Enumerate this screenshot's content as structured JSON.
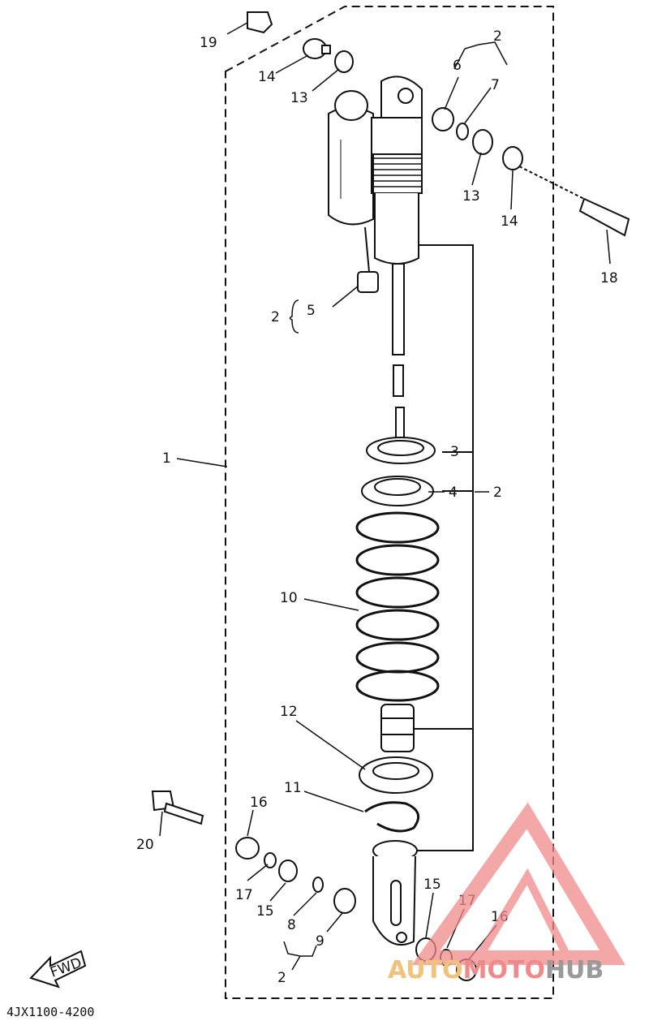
{
  "diagram": {
    "labels": {
      "p1": "1",
      "p2_top": "2",
      "p2_left": "2",
      "p2_right": "2",
      "p2_bottom": "2",
      "p3": "3",
      "p4": "4",
      "p5": "5",
      "p6": "6",
      "p7": "7",
      "p8": "8",
      "p9": "9",
      "p10": "10",
      "p11": "11",
      "p12": "12",
      "p13a": "13",
      "p13b": "13",
      "p14a": "14",
      "p14b": "14",
      "p15a": "15",
      "p15b": "15",
      "p16a": "16",
      "p16b": "16",
      "p17a": "17",
      "p17b": "17",
      "p18": "18",
      "p19": "19",
      "p20": "20"
    },
    "fwd": "FWD",
    "code": "4JX1100-4200",
    "watermark": {
      "part1": "AUTO",
      "part2": "MOTO",
      "part3": "HUB",
      "color1": "#f2c27a",
      "color2": "#f08a8a",
      "color3": "#9a9a9a"
    }
  }
}
